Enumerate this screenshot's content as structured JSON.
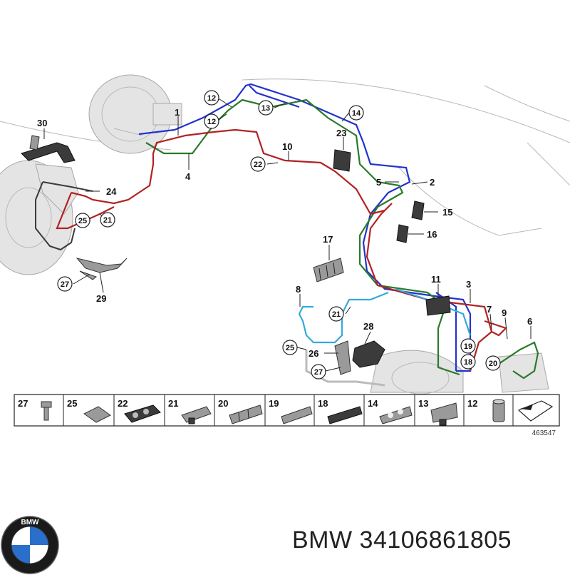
{
  "diagram": {
    "callouts": [
      "1",
      "2",
      "3",
      "4",
      "5",
      "6",
      "7",
      "8",
      "9",
      "10",
      "11",
      "15",
      "16",
      "17",
      "23",
      "24",
      "28",
      "29",
      "30"
    ],
    "circled_callouts": [
      "12",
      "12",
      "13",
      "14",
      "19",
      "18",
      "20",
      "21",
      "21",
      "22",
      "25",
      "25",
      "26",
      "27",
      "27"
    ],
    "parts_strip": [
      "27",
      "25",
      "22",
      "21",
      "20",
      "19",
      "18",
      "14",
      "13",
      "12"
    ],
    "reference_number": "463547"
  },
  "brand": {
    "name": "BMW",
    "part_number": "34106861805",
    "logo_letters": "BMW",
    "logo_icon": "bmw-roundel-icon"
  },
  "colors": {
    "blue_line": "#2233cc",
    "green_line": "#2a7a2a",
    "red_line": "#b22222",
    "cyan_line": "#33aadd"
  }
}
